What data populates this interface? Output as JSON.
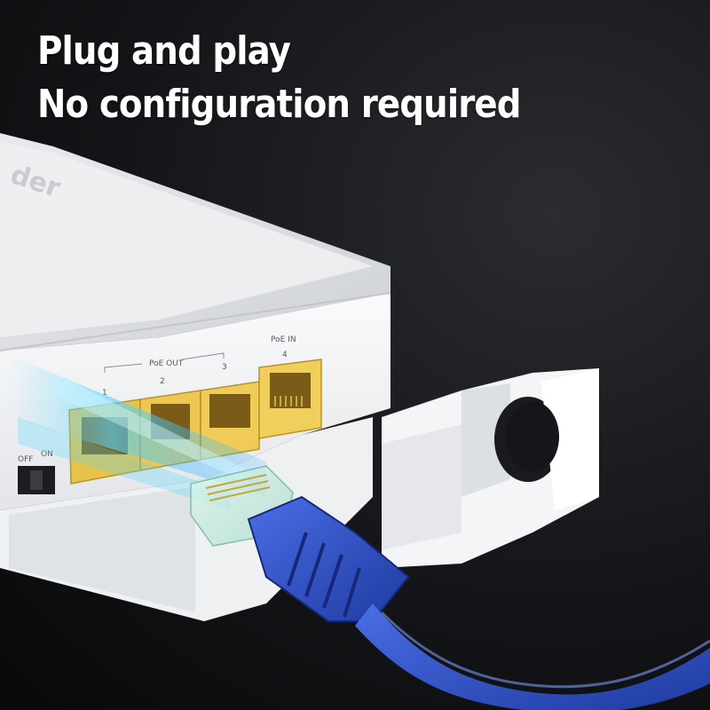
{
  "headline": {
    "line1": "Plug and play",
    "line2": "No configuration required"
  },
  "device": {
    "brand_partial": "der",
    "port_group_label": "PoE OUT",
    "input_port_label": "PoE IN",
    "port_numbers": [
      "1",
      "2",
      "3",
      "4"
    ],
    "switch_off_label": "OFF",
    "switch_on_label": "ON"
  },
  "colors": {
    "background": "#0e0f11",
    "device_body": "#f2f3f5",
    "port_yellow": "#e8c34a",
    "cable_blue": "#2c4fc8",
    "light_streak": "#59d6ff"
  },
  "icons": [
    "ethernet-port-icon",
    "rj45-plug-icon",
    "power-switch-icon"
  ]
}
